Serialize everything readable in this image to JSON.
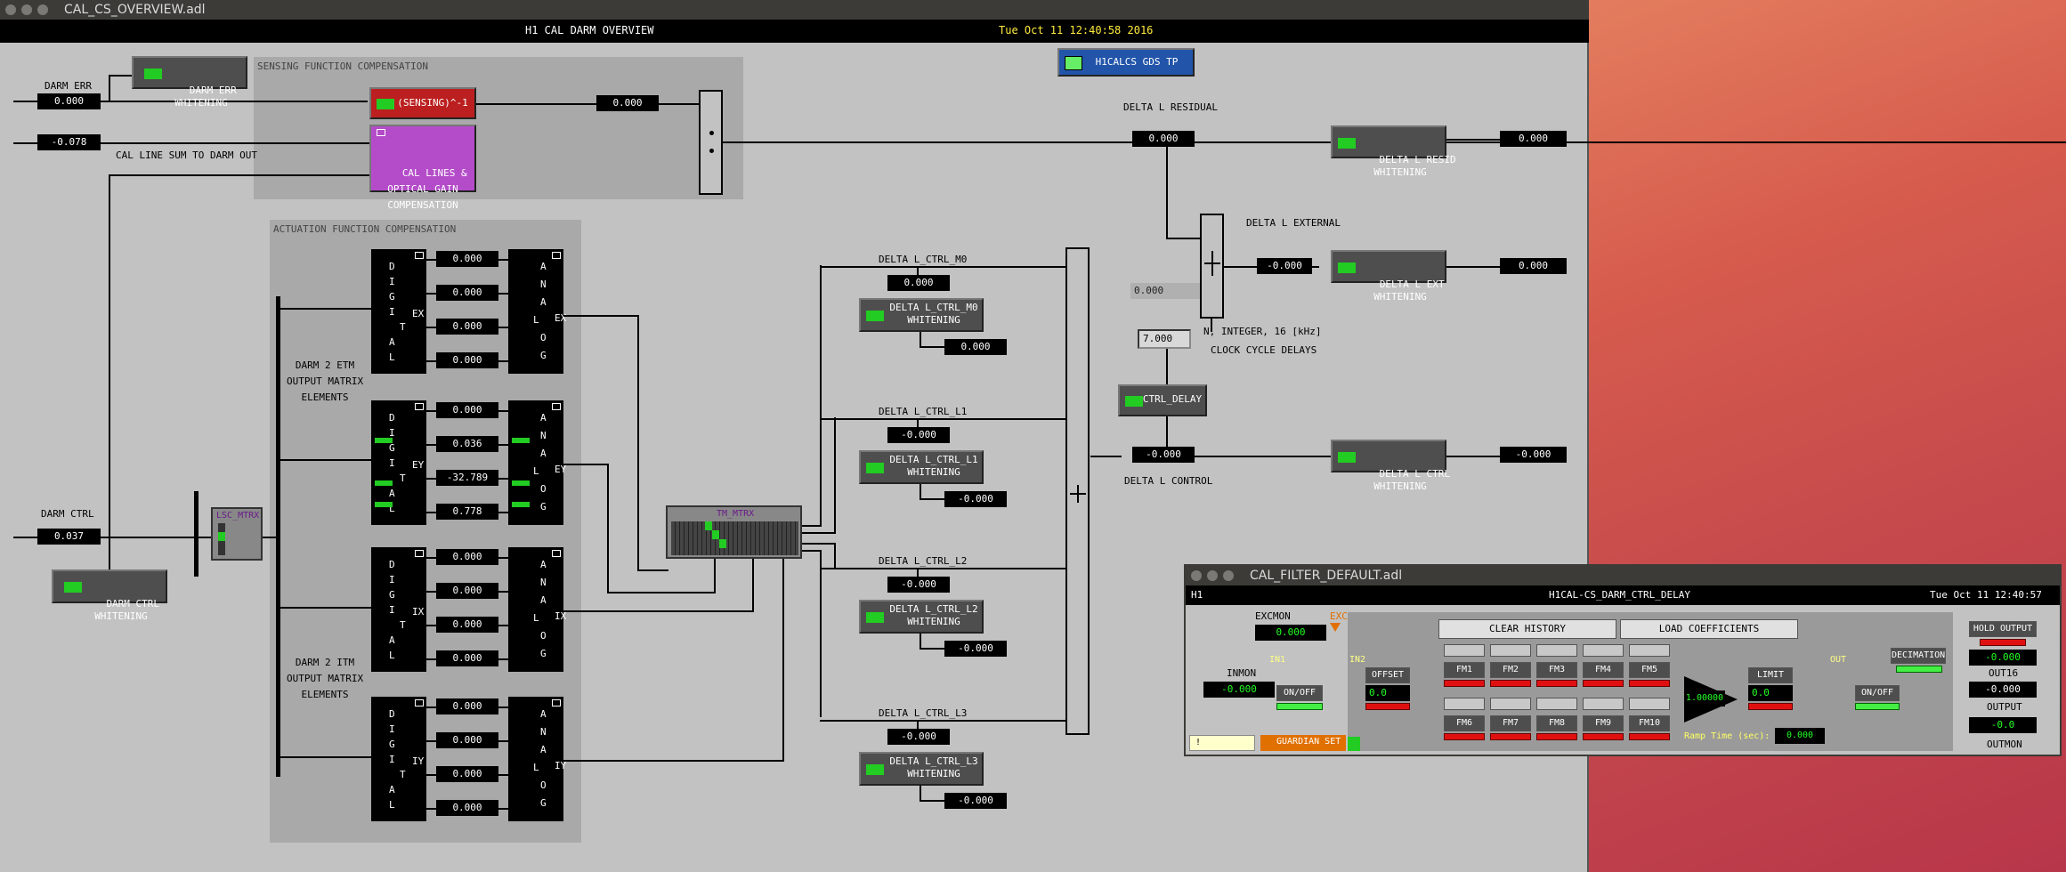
{
  "window_title": "CAL_CS_OVERVIEW.adl",
  "header": {
    "title": "H1 CAL DARM OVERVIEW",
    "timestamp": "Tue Oct 11 12:40:58 2016"
  },
  "gds_tp": {
    "label": "H1CALCS GDS TP"
  },
  "darm_err": {
    "label": "DARM ERR",
    "value": "0.000",
    "whitening": "DARM ERR\nWHITENING"
  },
  "cal_line_sum": {
    "label": "CAL LINE SUM TO DARM OUT",
    "value": "-0.078"
  },
  "sensing": {
    "region_label": "SENSING FUNCTION COMPENSATION",
    "inverse_label": "(SENSING)^-1",
    "value": "0.000",
    "cal_lines_label": "CAL LINES &\nOPTICAL GAIN\nCOMPENSATION"
  },
  "delta_l_residual": {
    "label": "DELTA L RESIDUAL",
    "value": "0.000",
    "whitening": "DELTA L RESID\nWHITENING",
    "out": "0.000"
  },
  "delta_l_external": {
    "label": "DELTA L EXTERNAL",
    "value": "-0.000",
    "whitening": "DELTA L EXT\nWHITENING",
    "out": "0.000"
  },
  "delay": {
    "grey_value": "0.000",
    "value": "7.000",
    "note1": "N, INTEGER, 16 [kHz]",
    "note2": "CLOCK CYCLE DELAYS",
    "button": "CTRL_DELAY"
  },
  "delta_l_control": {
    "label": "DELTA L CONTROL",
    "value": "-0.000",
    "whitening": "DELTA L CTRL\nWHITENING",
    "out": "-0.000"
  },
  "actuation": {
    "region_label": "ACTUATION FUNCTION COMPENSATION",
    "etm_label": "DARM 2 ETM\nOUTPUT MATRIX\nELEMENTS",
    "itm_label": "DARM 2 ITM\nOUTPUT MATRIX\nELEMENTS",
    "ex_values": [
      "0.000",
      "0.000",
      "0.000",
      "0.000"
    ],
    "ey_values": [
      "0.000",
      "0.036",
      "-32.789",
      "0.778"
    ],
    "ix_values": [
      "0.000",
      "0.000",
      "0.000",
      "0.000"
    ],
    "iy_values": [
      "0.000",
      "0.000",
      "0.000",
      "0.000"
    ]
  },
  "darm_ctrl": {
    "label": "DARM CTRL",
    "value": "0.037",
    "whitening": "DARM CTRL\nWHITENING"
  },
  "lsc_mtrx": {
    "label": "LSC_MTRX"
  },
  "tm_mtrx": {
    "label": "TM_MTRX"
  },
  "ctrl_chain": [
    {
      "label": "DELTA L_CTRL_M0",
      "value": "0.000",
      "whitening": "DELTA L_CTRL_M0\nWHITENING",
      "out": "0.000"
    },
    {
      "label": "DELTA L_CTRL_L1",
      "value": "-0.000",
      "whitening": "DELTA L_CTRL_L1\nWHITENING",
      "out": "-0.000"
    },
    {
      "label": "DELTA L_CTRL_L2",
      "value": "-0.000",
      "whitening": "DELTA L_CTRL_L2\nWHITENING",
      "out": "-0.000"
    },
    {
      "label": "DELTA L_CTRL_L3",
      "value": "-0.000",
      "whitening": "DELTA L_CTRL_L3\nWHITENING",
      "out": "-0.000"
    }
  ],
  "filter": {
    "window_title": "CAL_FILTER_DEFAULT.adl",
    "site": "H1",
    "name": "H1CAL-CS_DARM_CTRL_DELAY",
    "timestamp": "Tue Oct 11 12:40:57",
    "excmon_label": "EXCMON",
    "excmon": "0.000",
    "exc": "EXC",
    "inmon_label": "INMON",
    "inmon": "-0.000",
    "in1": "IN1",
    "in2": "IN2",
    "onoff": "ON/OFF",
    "offset": "OFFSET",
    "offset_val": "0.0",
    "clear_history": "CLEAR HISTORY",
    "load_coefficients": "LOAD COEFFICIENTS",
    "fm_top": [
      "FM1",
      "FM2",
      "FM3",
      "FM4",
      "FM5"
    ],
    "fm_bottom": [
      "FM6",
      "FM7",
      "FM8",
      "FM9",
      "FM10"
    ],
    "gain": "1.00000",
    "limit": "LIMIT",
    "limit_val": "0.0",
    "out": "OUT",
    "onoff2": "ON/OFF",
    "decimation": "DECIMATION",
    "hold_output": "HOLD OUTPUT",
    "out16_val": "-0.000",
    "out16_label": "OUT16",
    "output_val": "-0.000",
    "output_label": "OUTPUT",
    "outmon_val": "-0.0",
    "outmon_label": "OUTMON",
    "ramp_label": "Ramp Time (sec):",
    "ramp_val": "0.000",
    "guardian": "GUARDIAN SET",
    "bang": "!"
  }
}
